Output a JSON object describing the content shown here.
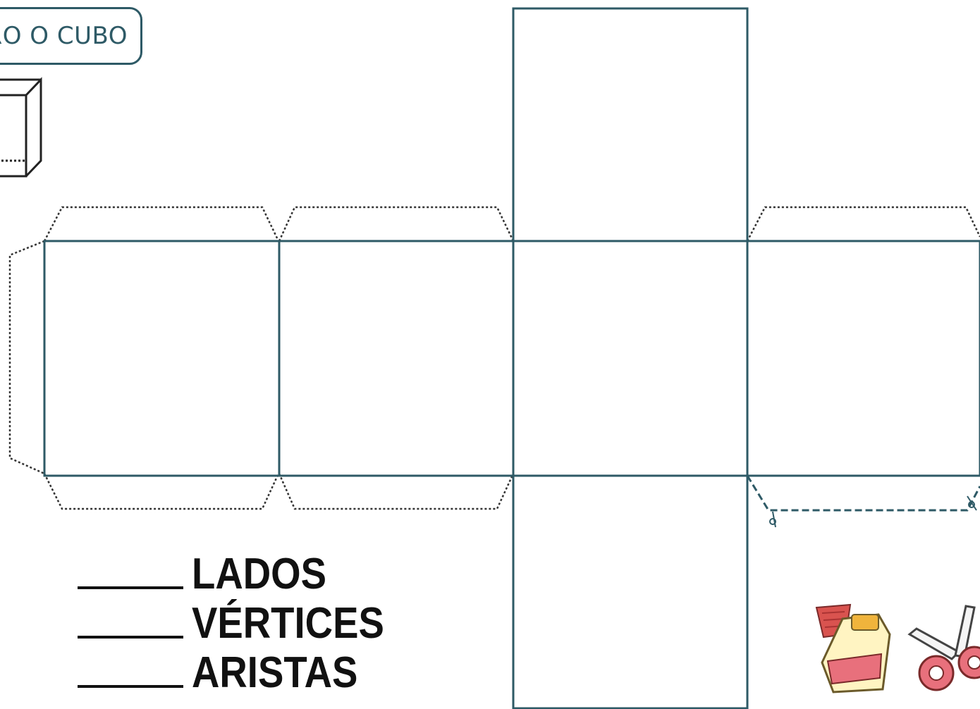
{
  "header": {
    "title": "RO O CUBO"
  },
  "labels": {
    "faces": "LADOS",
    "vertices": "VÉRTICES",
    "edges": "ARISTAS"
  },
  "icons": [
    "cube-icon",
    "glue-icon",
    "scissors-icon",
    "scissors-small-icon"
  ],
  "colors": {
    "line": "#2e5a66",
    "dotted": "#333333"
  }
}
